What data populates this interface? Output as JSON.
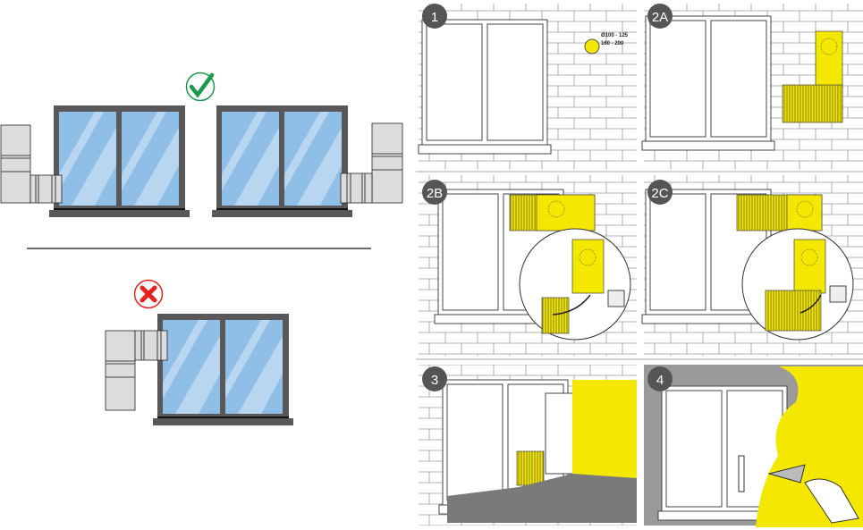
{
  "colors": {
    "frame": "#58585a",
    "glass": "#8fbfe6",
    "glass_light": "#b9d6f0",
    "duct": "#dcdcde",
    "ok": "#1a9a4a",
    "bad": "#e52421",
    "insulation": "#f5e800",
    "step_badge": "#555555"
  },
  "left_panel": {
    "correct_icon": "check-circle-icon",
    "wrong_icon": "x-circle-icon"
  },
  "steps": [
    {
      "label": "1",
      "dimension_line1": "Ø100 - 125",
      "dimension_line2": "160 - 200"
    },
    {
      "label": "2A"
    },
    {
      "label": "2B"
    },
    {
      "label": "2C"
    },
    {
      "label": "3"
    },
    {
      "label": "4"
    }
  ]
}
